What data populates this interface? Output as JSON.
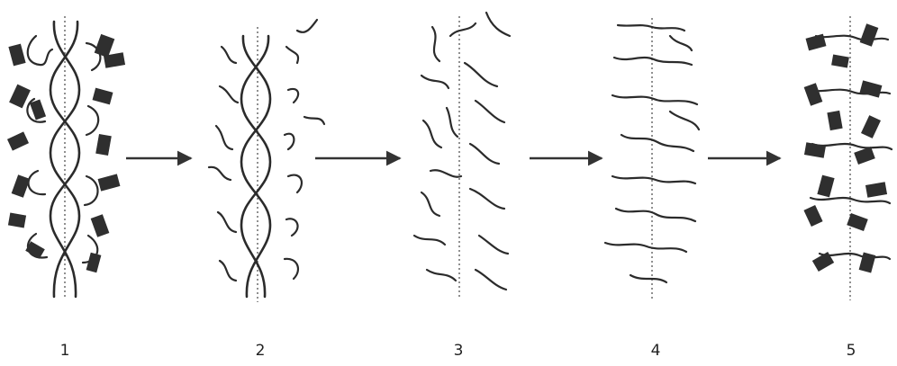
{
  "diagram": {
    "stages": [
      {
        "label": "1"
      },
      {
        "label": "2"
      },
      {
        "label": "3"
      },
      {
        "label": "4"
      },
      {
        "label": "5"
      }
    ]
  }
}
